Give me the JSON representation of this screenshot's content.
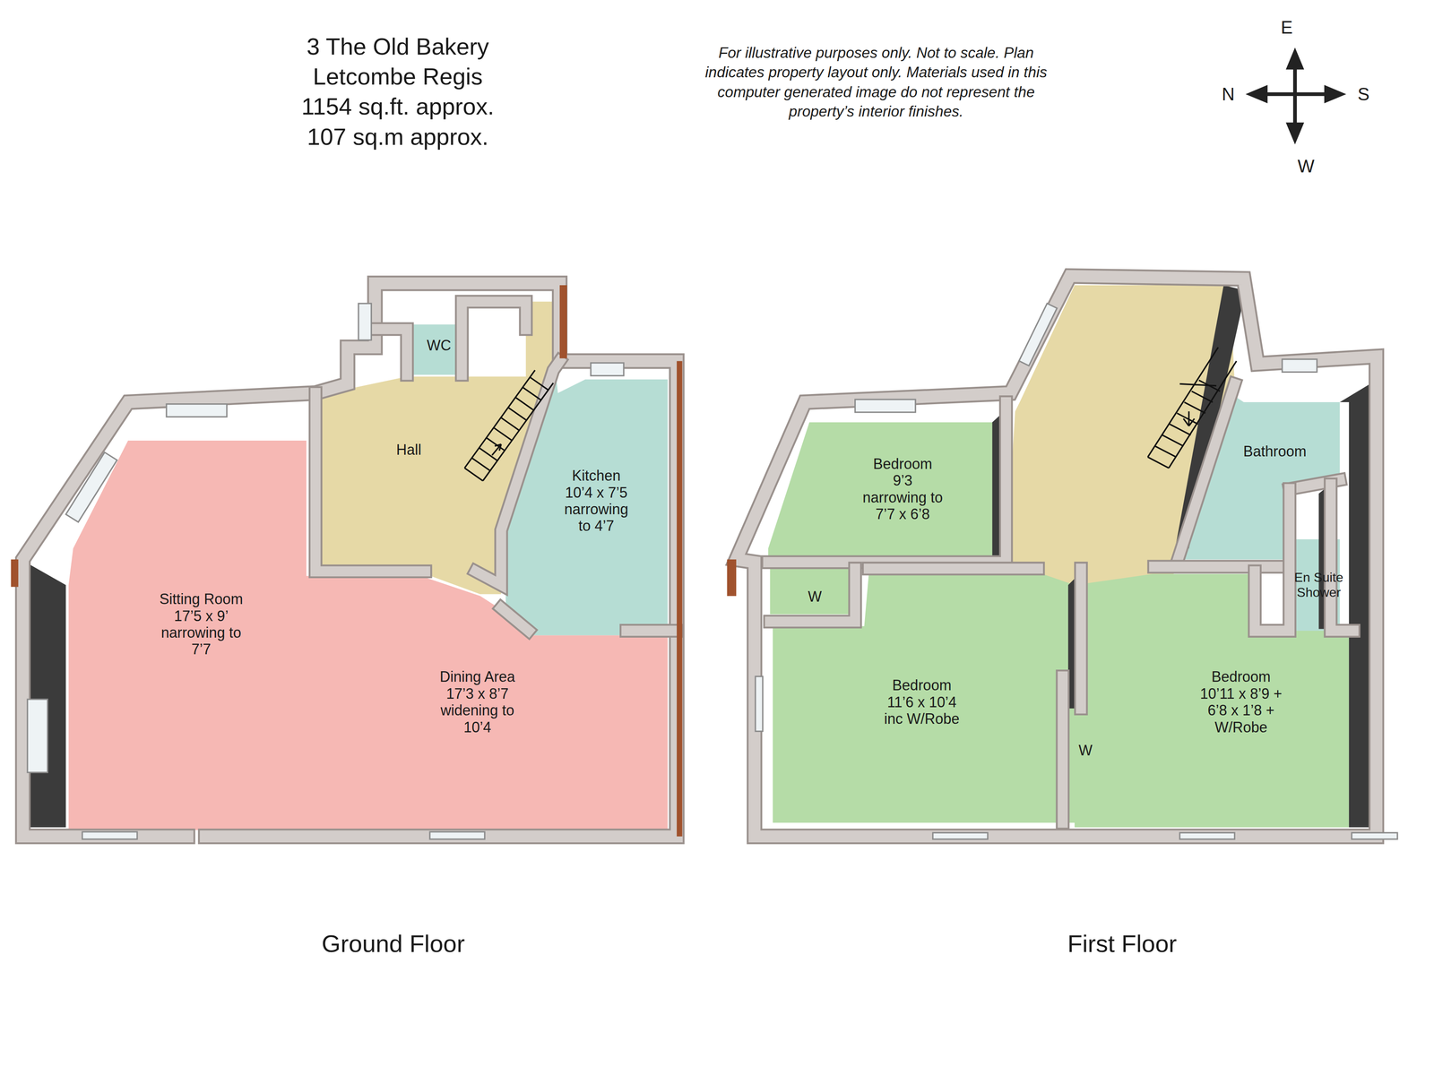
{
  "diagram": {
    "title": "3 The Old Bakery Letcombe Regis 1154 sq.ft. approx. 107 sq.m approx.",
    "nodes": [
      {
        "text": [
          "WC"
        ]
      },
      {
        "text": [
          "Hall"
        ]
      },
      {
        "text": [
          "Kitchen 10’4 x 7’5 narrowing to 4’7"
        ]
      },
      {
        "text": [
          "Sitting Room 17’5 x 9’ narrowing to 7’7",
          "Dining Area 17’3 x 8’7 widening to 10’4"
        ]
      },
      {
        "text": [
          "Bedroom 9’3 narrowing to 7’7 x 6’8"
        ]
      },
      {
        "text": [
          "Bathroom"
        ]
      },
      {
        "text": [
          "En Suite Shower"
        ]
      },
      {
        "text": [
          "Bedroom 11’6 x 10’4 inc W/Robe"
        ]
      },
      {
        "text": [
          "Bedroom 10’11 x 8’9 + 6’8 x 1’8 + W/Robe"
        ]
      }
    ],
    "labels": [
      "For illustrative purposes only. Not to scale. Plan indicates property layout only. Materials used in this computer generated image do not represent the property’s interior finishes.",
      "E",
      "N",
      "S",
      "W",
      "W",
      "W",
      "Ground Floor",
      "First Floor"
    ]
  }
}
